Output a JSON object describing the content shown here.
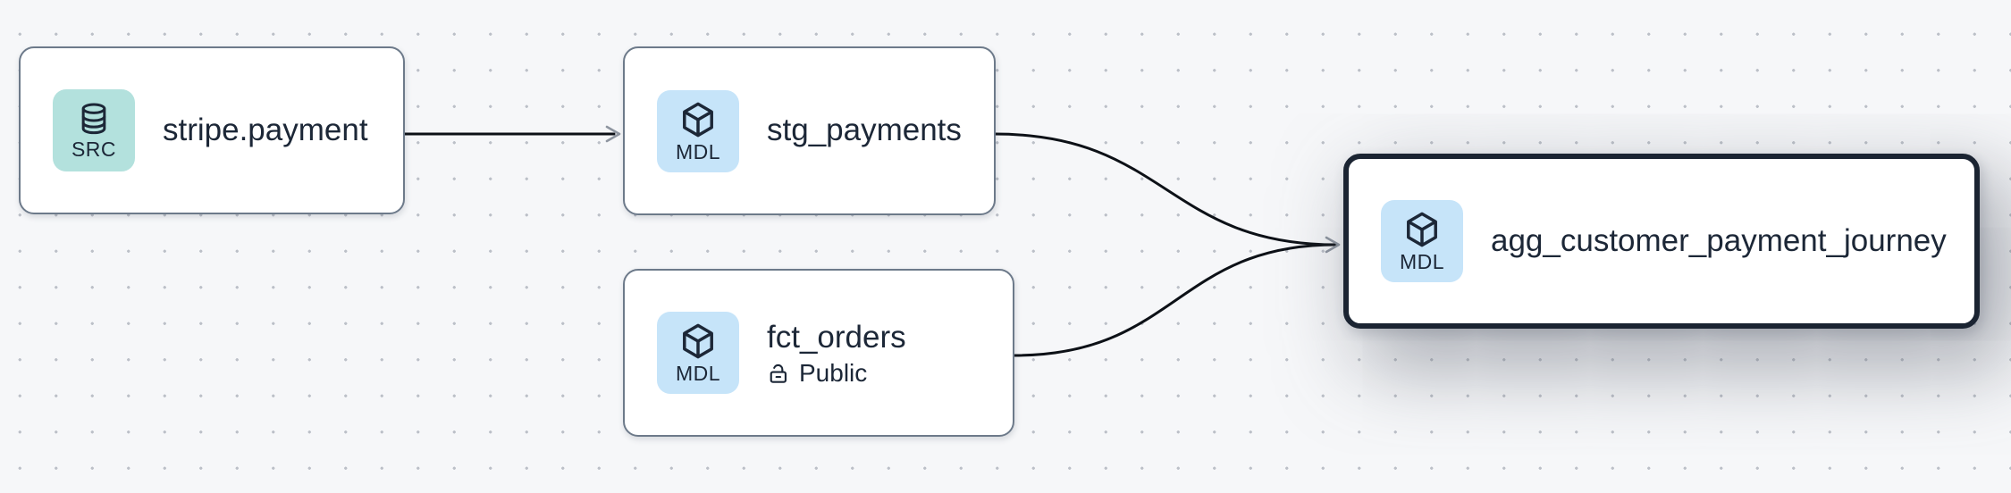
{
  "canvas": {
    "background": "#f6f7f9",
    "dot_color": "#bcc0c8"
  },
  "nodes": [
    {
      "id": "stripe.payment",
      "title": "stripe.payment",
      "type": "source",
      "badge_label": "SRC",
      "badge_icon": "database-icon",
      "badge_bg": "#b3e1dd",
      "selected": false
    },
    {
      "id": "stg_payments",
      "title": "stg_payments",
      "type": "model",
      "badge_label": "MDL",
      "badge_icon": "cube-icon",
      "badge_bg": "#c6e4f9",
      "selected": false
    },
    {
      "id": "fct_orders",
      "title": "fct_orders",
      "type": "model",
      "badge_label": "MDL",
      "badge_icon": "cube-icon",
      "badge_bg": "#c6e4f9",
      "access_icon": "lock-open-icon",
      "access_label": "Public",
      "selected": false
    },
    {
      "id": "agg_customer_payment_journey",
      "title": "agg_customer_payment_journey",
      "type": "model",
      "badge_label": "MDL",
      "badge_icon": "cube-icon",
      "badge_bg": "#c6e4f9",
      "selected": true
    }
  ],
  "edges": [
    {
      "from": "stripe.payment",
      "to": "stg_payments"
    },
    {
      "from": "stg_payments",
      "to": "agg_customer_payment_journey"
    },
    {
      "from": "fct_orders",
      "to": "agg_customer_payment_journey"
    }
  ],
  "colors": {
    "node_bg": "#ffffff",
    "node_border": "#6d7a8a",
    "selected_node_border": "#1b2432",
    "text": "#1c2737",
    "source_badge_bg": "#b3e1dd",
    "model_badge_bg": "#c6e4f9",
    "edge": "#0d1117",
    "arrowhead": "#8e95a0"
  }
}
